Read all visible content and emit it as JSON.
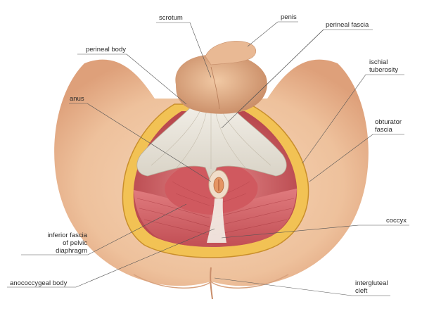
{
  "labels": {
    "scrotum": "scrotum",
    "penis": "penis",
    "perineal_fascia": "perineal fascia",
    "perineal_body": "perineal body",
    "ischial_tuberosity_1": "ischial",
    "ischial_tuberosity_2": "tuberosity",
    "anus": "anus",
    "obturator_fascia_1": "obturator",
    "obturator_fascia_2": "fascia",
    "coccyx": "coccyx",
    "inferior_fascia_1": "inferior fascia",
    "inferior_fascia_2": "of pelvic",
    "inferior_fascia_3": "diaphragm",
    "anococcygeal_body": "anococcygeal body",
    "intergluteal_cleft_1": "intergluteal",
    "intergluteal_cleft_2": "cleft"
  },
  "colors": {
    "skin": "#f0c8a4",
    "skin_shadow": "#d9a27a",
    "muscle": "#d9656a",
    "fascia": "#ece8df",
    "fat": "#f2c254",
    "cavity": "#b04a4e"
  }
}
